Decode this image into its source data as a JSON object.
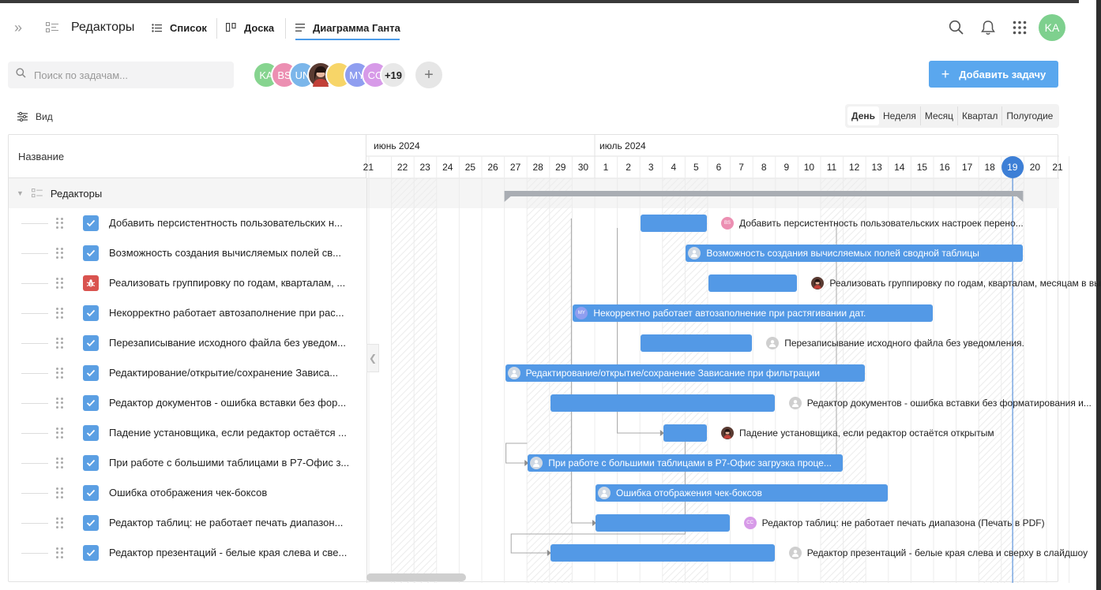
{
  "header": {
    "project_title": "Редакторы",
    "tabs": [
      {
        "label": "Список",
        "icon": "list-icon"
      },
      {
        "label": "Доска",
        "icon": "board-icon"
      },
      {
        "label": "Диаграмма Ганта",
        "icon": "gantt-icon",
        "active": true
      }
    ],
    "user_initials": "KA"
  },
  "toolbar": {
    "search_placeholder": "Поиск по задачам...",
    "members": [
      {
        "initials": "KA",
        "color": "#86d48f"
      },
      {
        "initials": "BS",
        "color": "#ec8fb2"
      },
      {
        "initials": "UN",
        "color": "#7bb6ea"
      },
      {
        "initials": "",
        "color": "#5a3b32",
        "photo": true
      },
      {
        "initials": "",
        "color": "#f7d568"
      },
      {
        "initials": "MY",
        "color": "#8f9ef0"
      },
      {
        "initials": "CC",
        "color": "#d79ae8"
      }
    ],
    "more_members": "+19",
    "add_task_label": "Добавить задачу",
    "view_label": "Вид",
    "scales": [
      "День",
      "Неделя",
      "Месяц",
      "Квартал",
      "Полугодие"
    ],
    "active_scale": "День"
  },
  "gantt": {
    "name_column": "Название",
    "group": "Редакторы",
    "months": [
      {
        "label": "июнь 2024",
        "start_index": 0
      },
      {
        "label": "июль 2024",
        "start_index": 10
      }
    ],
    "days": [
      "21",
      "22",
      "23",
      "24",
      "25",
      "26",
      "27",
      "28",
      "29",
      "30",
      "1",
      "2",
      "3",
      "4",
      "5",
      "6",
      "7",
      "8",
      "9",
      "10",
      "11",
      "12",
      "13",
      "14",
      "15",
      "16",
      "17",
      "18",
      "19",
      "20",
      "21"
    ],
    "today": "19",
    "tasks": [
      {
        "label": "Добавить персистентность пользовательских н...",
        "full": "Добавить персистентность пользовательских настроек перено...",
        "type": "task",
        "start": 12,
        "end": 14,
        "label_outside": true,
        "avatar": "BS",
        "avatar_color": "#ec8fb2"
      },
      {
        "label": "Возможность создания вычисляемых полей св...",
        "full": "Возможность создания вычисляемых полей сводной таблицы",
        "type": "task",
        "start": 14,
        "end": 28,
        "label_outside": false,
        "avatar": "",
        "avatar_color": "#cfd8e3"
      },
      {
        "label": "Реализовать группировку по годам, кварталам, ...",
        "full": "Реализовать группировку по годам, кварталам, месяцам в вы",
        "type": "bug",
        "start": 15,
        "end": 18,
        "label_outside": true,
        "avatar": "",
        "avatar_color": "#5a3b32"
      },
      {
        "label": "Некорректно работает автозаполнение при рас...",
        "full": "Некорректно работает автозаполнение при растягивании дат.",
        "type": "task",
        "start": 9,
        "end": 24,
        "label_outside": false,
        "avatar": "MY",
        "avatar_color": "#8f9ef0"
      },
      {
        "label": "Перезаписывание исходного файла без уведом...",
        "full": "Перезаписывание исходного файла без уведомления.",
        "type": "task",
        "start": 12,
        "end": 16,
        "label_outside": true,
        "avatar": "",
        "avatar_color": "#cfcfcf"
      },
      {
        "label": "Редактирование/открытие/сохранение Зависа...",
        "full": "Редактирование/открытие/сохранение Зависание при фильтрации",
        "type": "task",
        "start": 6,
        "end": 21,
        "label_outside": false,
        "avatar": "",
        "avatar_color": "#cfd8e3"
      },
      {
        "label": "Редактор документов - ошибка вставки без фор...",
        "full": "Редактор документов - ошибка вставки без форматирования и...",
        "type": "task",
        "start": 8,
        "end": 17,
        "label_outside": true,
        "avatar": "",
        "avatar_color": "#cfcfcf"
      },
      {
        "label": "Падение установщика, если редактор остаётся ...",
        "full": "Падение установщика, если редактор остаётся открытым",
        "type": "task",
        "start": 13,
        "end": 14,
        "label_outside": true,
        "avatar": "",
        "avatar_color": "#5a3b32"
      },
      {
        "label": "При работе с большими таблицами в Р7-Офис з...",
        "full": "При работе с большими таблицами в Р7-Офис загрузка проце...",
        "type": "task",
        "start": 7,
        "end": 20,
        "label_outside": false,
        "avatar": "",
        "avatar_color": "#cfd8e3"
      },
      {
        "label": "Ошибка отображения чек-боксов",
        "full": "Ошибка отображения чек-боксов",
        "type": "task",
        "start": 10,
        "end": 22,
        "label_outside": false,
        "avatar": "",
        "avatar_color": "#cfd8e3"
      },
      {
        "label": "Редактор таблиц: не работает печать диапазон...",
        "full": "Редактор таблиц: не работает печать диапазона (Печать в PDF)",
        "type": "task",
        "start": 10,
        "end": 15,
        "label_outside": true,
        "avatar": "CC",
        "avatar_color": "#d79ae8"
      },
      {
        "label": "Редактор презентаций - белые края слева и све...",
        "full": "Редактор презентаций - белые края слева и сверху в слайдшоу",
        "type": "task",
        "start": 8,
        "end": 17,
        "label_outside": true,
        "avatar": "",
        "avatar_color": "#cfcfcf"
      }
    ]
  },
  "colors": {
    "accent": "#5399e6",
    "today": "#3d7fd6",
    "bug": "#d9534f",
    "summary_bar": "#a9adb3"
  }
}
